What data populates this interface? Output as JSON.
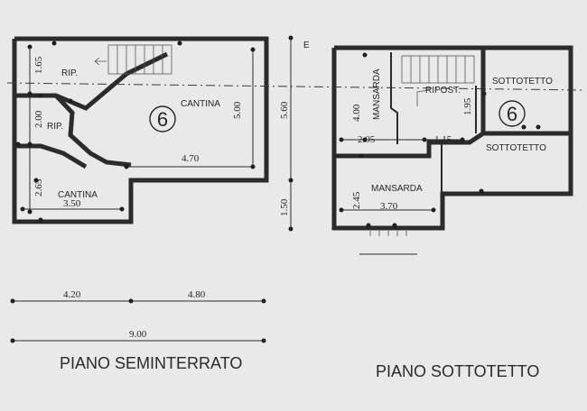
{
  "left_plan": {
    "title": "PIANO SEMINTERRATO",
    "rooms": {
      "rip_top": "RIP.",
      "rip_mid": "RIP.",
      "cantina_main": "CANTINA",
      "cantina_small": "CANTINA"
    },
    "unit_mark": "6",
    "dims": {
      "left_top": "1.65",
      "left_mid": "2.00",
      "left_bot": "2.65",
      "inner_width": "4.70",
      "inner_height": "5.00",
      "small_width": "3.50"
    }
  },
  "right_plan": {
    "title": "PIANO SOTTOTETTO",
    "letter": "E",
    "rooms": {
      "mansarda_top": "MANSARDA",
      "mansarda_bot": "MANSARDA",
      "ripost": "RIPOST.",
      "sottotetto_top": "SOTTOTETTO",
      "sottotetto_bot": "SOTTOTETTO"
    },
    "unit_mark": "6",
    "dims": {
      "mansarda_h": "4.00",
      "w_205": "2.05",
      "w_115": "1.15",
      "ripost_h": "1.95",
      "mansarda_bot_h": "2.45",
      "mansarda_bot_w": "3.70"
    }
  },
  "vertical_dims": {
    "upper": "5.60",
    "lower": "1.50"
  },
  "bottom_dims": {
    "seg1": "4.20",
    "seg2": "4.80",
    "total": "9.00"
  }
}
